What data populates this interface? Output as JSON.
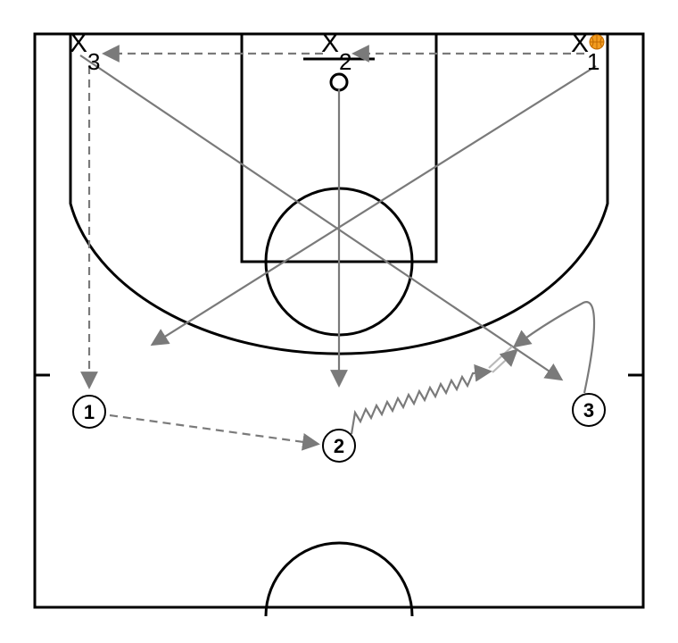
{
  "defenders": [
    {
      "mark": "X",
      "number": "3"
    },
    {
      "mark": "X",
      "number": "2"
    },
    {
      "mark": "X",
      "number": "1"
    }
  ],
  "offense": [
    {
      "number": "1"
    },
    {
      "number": "2"
    },
    {
      "number": "3"
    }
  ],
  "ball_color": "#f39c1f",
  "line_colors": {
    "court": "#000000",
    "action": "#7a7a7a",
    "action_shadow": "#b9b9b9"
  }
}
